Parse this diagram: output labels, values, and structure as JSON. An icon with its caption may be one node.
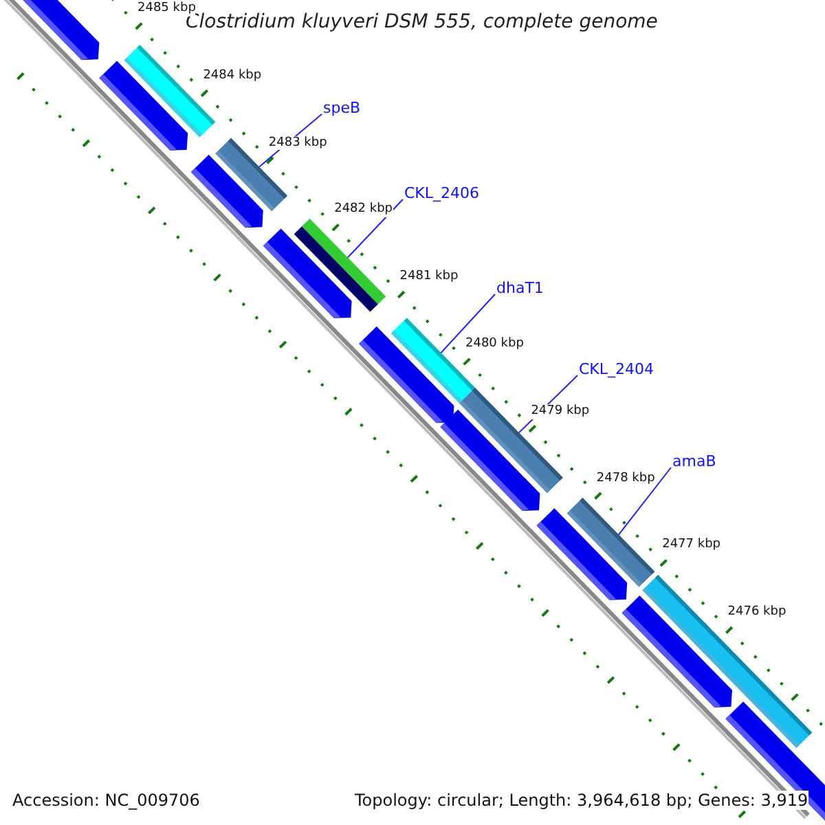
{
  "diagram": {
    "title": "Clostridium kluyveri DSM 555, complete genome",
    "nodes": [
      {
        "text": [],
        "shape": "arrow"
      },
      {
        "text": [],
        "shape": "bar"
      },
      {
        "text": [],
        "shape": "arrow"
      },
      {
        "text": [
          "speB"
        ]
      },
      {
        "text": [],
        "shape": "bar"
      },
      {
        "text": [],
        "shape": "arrow"
      },
      {
        "text": [
          "CKL_2406"
        ]
      },
      {
        "text": [],
        "shape": "bar"
      },
      {
        "text": [],
        "shape": "arrow"
      },
      {
        "text": [
          "dhaT1"
        ]
      },
      {
        "text": [],
        "shape": "bar"
      },
      {
        "text": [],
        "shape": "arrow"
      },
      {
        "text": [
          "CKL_2404"
        ]
      },
      {
        "text": [],
        "shape": "bar"
      },
      {
        "text": [],
        "shape": "arrow"
      },
      {
        "text": [
          "amaB"
        ]
      },
      {
        "text": [],
        "shape": "bar"
      },
      {
        "text": [],
        "shape": "arrow"
      },
      {
        "text": [],
        "shape": "bar"
      },
      {
        "text": [],
        "shape": "arrow"
      },
      {
        "text": [],
        "shape": "arrow"
      }
    ],
    "edges": [
      {
        "from": 3,
        "to": 4,
        "arrow": "none"
      },
      {
        "from": 6,
        "to": 7,
        "arrow": "none"
      },
      {
        "from": 9,
        "to": 10,
        "arrow": "none"
      },
      {
        "from": 12,
        "to": 13,
        "arrow": "none"
      },
      {
        "from": 15,
        "to": 16,
        "arrow": "none"
      }
    ],
    "labels": [
      "2485 kbp",
      "2484 kbp",
      "2483 kbp",
      "2482 kbp",
      "2481 kbp",
      "2480 kbp",
      "2479 kbp",
      "2478 kbp",
      "2477 kbp",
      "2476 kbp",
      "Accession: NC_009706",
      "Topology: circular; Length: 3,964,618 bp; Genes: 3,919"
    ]
  }
}
